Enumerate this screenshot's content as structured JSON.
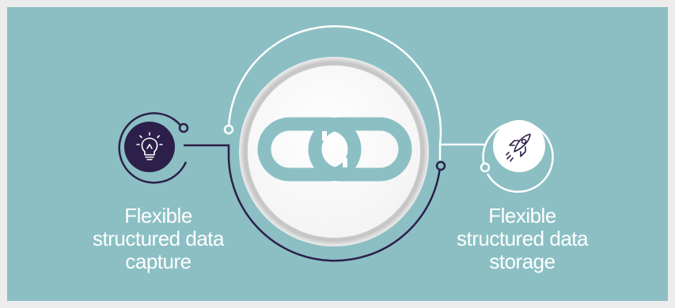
{
  "colors": {
    "page_background": "#ececec",
    "panel_background": "#8bbfc3",
    "navy": "#2c1f4a",
    "white": "#ffffff",
    "link_teal": "#8bbfc3"
  },
  "nodes": {
    "left": {
      "icon": "lightbulb-icon",
      "label_lines": [
        "Flexible",
        "structured data",
        "capture"
      ]
    },
    "center": {
      "icon": "chain-link-icon"
    },
    "right": {
      "icon": "rocket-icon",
      "label_lines": [
        "Flexible",
        "structured data",
        "storage"
      ]
    }
  }
}
